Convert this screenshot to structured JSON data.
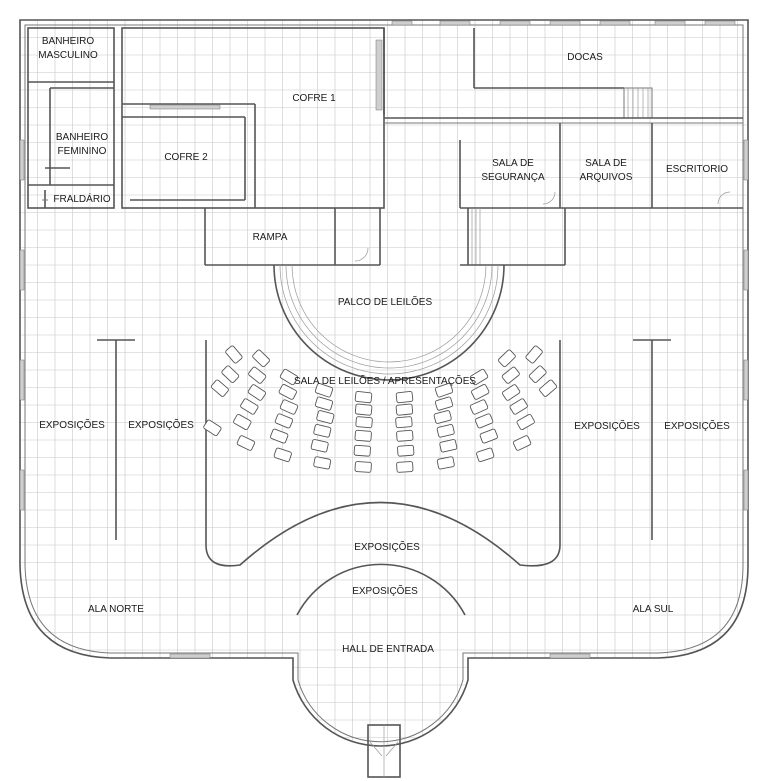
{
  "rooms": {
    "banheiro_masculino": [
      "BANHEIRO",
      "MASCULINO"
    ],
    "banheiro_feminino": [
      "BANHEIRO",
      "FEMININO"
    ],
    "fraldario": "FRALDÁRIO",
    "cofre_1": "COFRE 1",
    "cofre_2": "COFRE 2",
    "docas": "DOCAS",
    "sala_seguranca": [
      "SALA DE",
      "SEGURANÇA"
    ],
    "sala_arquivos": [
      "SALA DE",
      "ARQUIVOS"
    ],
    "escritorio": "ESCRITORIO",
    "rampa": "RAMPA",
    "palco": "PALCO DE LEILÕES",
    "sala_leiloes": "SALA DE LEILÕES / APRESENTAÇÕES",
    "exposicoes_label": "EXPOSIÇÕES",
    "ala_norte": "ALA NORTE",
    "ala_sul": "ALA SUL",
    "hall": "HALL DE ENTRADA"
  },
  "colors": {
    "wall": "#555555",
    "grid": "#c8c8c8",
    "background": "#ffffff"
  }
}
